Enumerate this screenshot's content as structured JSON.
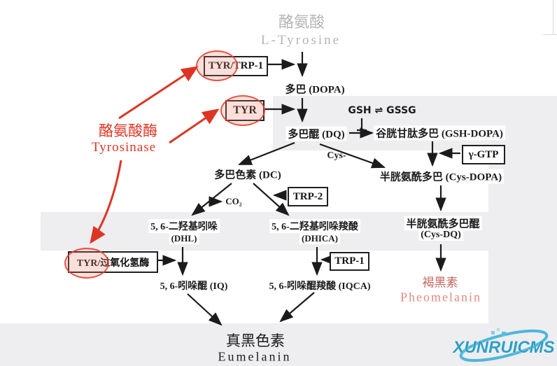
{
  "palette": {
    "accent_red": "#dd3524",
    "gray_text": "#b5b5b5",
    "pheomelanin_zh_color": "#c2655d",
    "pheomelanin_en_color": "#e08a81",
    "band_gray": "#eeedef",
    "logo_blue": "#2e9fc6"
  },
  "nodes": {
    "tyrosine_zh": "酪氨酸",
    "tyrosine_en": "L-Tyrosine",
    "dopa": "多巴 (DOPA)",
    "dq": "多巴醌 (DQ)",
    "gsh_gssg": "GSH ⇌ GSSG",
    "gsh_dopa": "谷胱甘肽多巴 (GSH-DOPA)",
    "cys_label": "Cys-",
    "cys_dopa": "半胱氨酰多巴 (Cys-DOPA)",
    "cys_dq_zh": "半胱氨酰多巴醌",
    "cys_dq_en": "(Cys-DQ)",
    "dc": "多巴色素 (DC)",
    "co2": "CO₂",
    "dhl_zh": "5, 6-二羟基吲哚",
    "dhl_en": "(DHL)",
    "dhica_zh": "5, 6-二羟基吲哚羧酸",
    "dhica_en": "(DHICA)",
    "iq": "5, 6-吲哚醌 (IQ)",
    "iqca": "5, 6-吲哚醌羧酸 (IQCA)",
    "pheomelanin_zh": "褐黑素",
    "pheomelanin_en": "Pheomelanin",
    "eumelanin_zh": "真黑色素",
    "eumelanin_en": "Eumelanin"
  },
  "enzyme_label": {
    "zh": "酪氨酸酶",
    "en": "Tyrosinase"
  },
  "enzymes": {
    "tyr_trp1": "TYR/TRP-1",
    "tyr": "TYR",
    "gamma_gtp": "γ-GTP",
    "trp2": "TRP-2",
    "trp1": "TRP-1",
    "tyr_peroxidase": "TYR/过氧化氢酶"
  },
  "watermark": {
    "text": "XUNRUICMS"
  }
}
